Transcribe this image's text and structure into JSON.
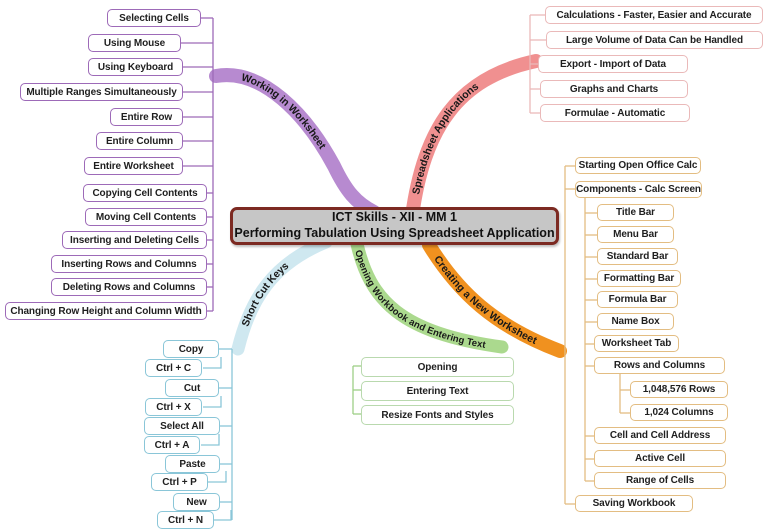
{
  "title": {
    "line1": "ICT Skills - XII - MM 1",
    "line2": "Performing Tabulation Using Spreadsheet Application"
  },
  "colors": {
    "title_fill": "#c6c6c6",
    "title_border": "#7c2a22",
    "purple_band": "#b78ad0",
    "purple_border": "#9d6ab8",
    "red_band": "#f09090",
    "red_border": "#eab9b9",
    "orange_band": "#f0911f",
    "orange_border": "#e3bd82",
    "cyan_band": "#cfe8f0",
    "cyan_border": "#8ac6d8",
    "green_band": "#abd98e",
    "green_border": "#b9d9ae"
  },
  "branches": {
    "working_in_worksheet": {
      "label": "Working in Worksheet",
      "items": [
        "Selecting Cells",
        "Using Mouse",
        "Using Keyboard",
        "Multiple Ranges Simultaneously",
        "Entire Row",
        "Entire Column",
        "Entire Worksheet",
        "Copying Cell Contents",
        "Moving Cell Contents",
        "Inserting and Deleting Cells",
        "Inserting Rows and Columns",
        "Deleting Rows and Columns",
        "Changing Row Height and Column Width"
      ]
    },
    "spreadsheet_applications": {
      "label": "Spreadsheet Applications",
      "items": [
        "Calculations - Faster, Easier and Accurate",
        "Large Volume of Data Can be Handled",
        "Export - Import of Data",
        "Graphs and Charts",
        "Formulae - Automatic"
      ]
    },
    "creating_a_new_worksheet": {
      "label": "Creating a New Worksheet",
      "items": [
        "Starting Open Office Calc",
        "Components - Calc Screen",
        "Title Bar",
        "Menu Bar",
        "Standard Bar",
        "Formatting Bar",
        "Formula Bar",
        "Name Box",
        "Worksheet Tab",
        "Rows and Columns",
        "1,048,576 Rows",
        "1,024 Columns",
        "Cell and Cell Address",
        "Active Cell",
        "Range of Cells",
        "Saving Workbook"
      ]
    },
    "short_cut_keys": {
      "label": "Short Cut Keys",
      "items": [
        "Copy",
        "Ctrl + C",
        "Cut",
        "Ctrl + X",
        "Select All",
        "Ctrl + A",
        "Paste",
        "Ctrl + P",
        "New",
        "Ctrl + N"
      ]
    },
    "opening_workbook_and_entering_text": {
      "label": "Opening Workbook and Entering Text",
      "items": [
        "Opening",
        "Entering Text",
        "Resize Fonts and Styles"
      ]
    }
  }
}
